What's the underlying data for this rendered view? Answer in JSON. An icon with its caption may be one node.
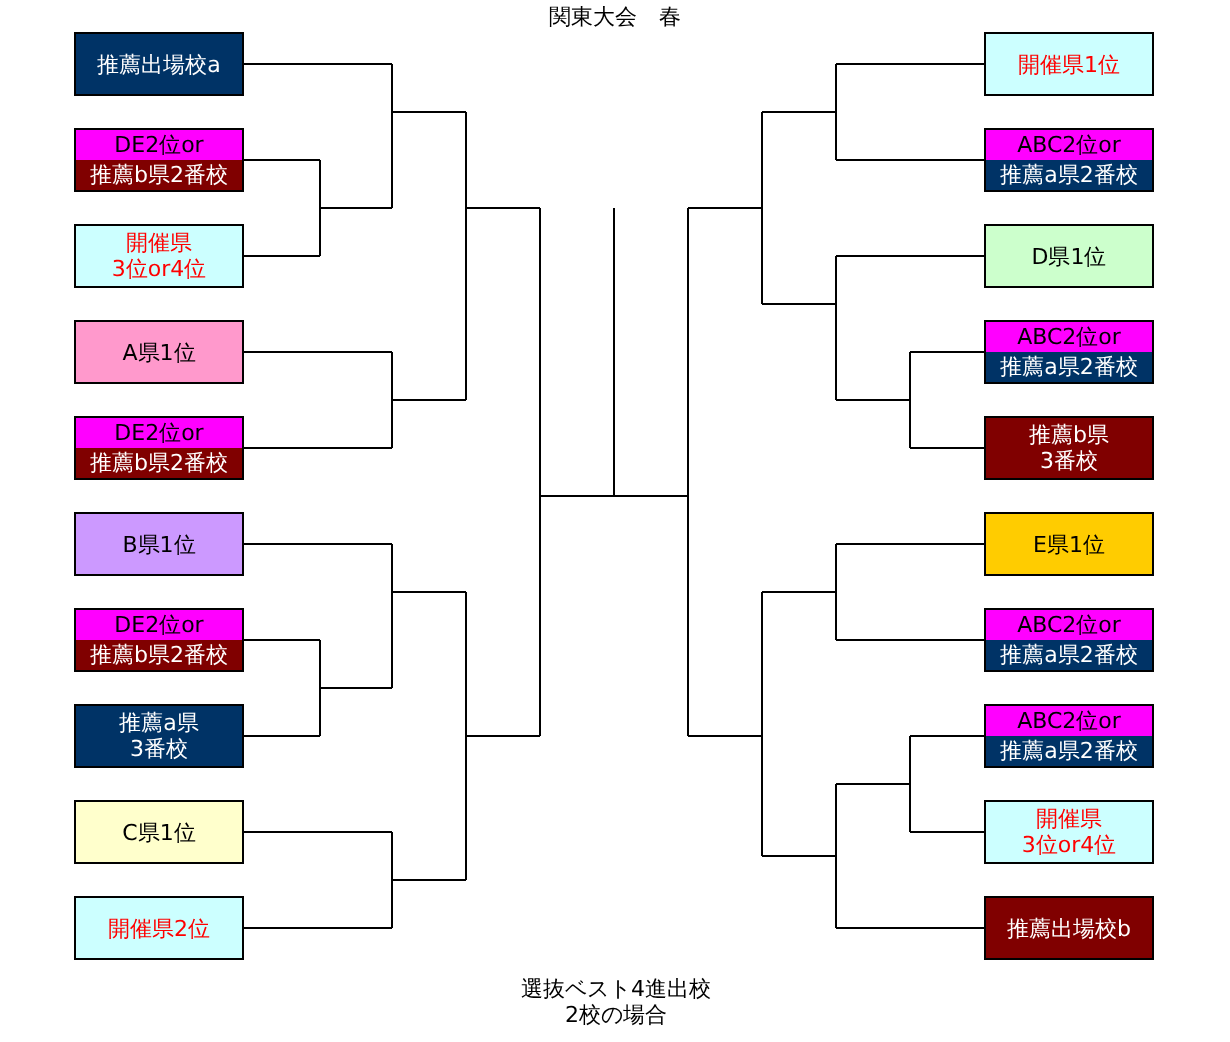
{
  "diagram": {
    "title": "関東大会　春",
    "caption": "選抜ベスト4進出校2校の場合",
    "nodes": [
      {
        "text": [
          "推薦出場校a"
        ]
      },
      {
        "text": [
          "DE2位or",
          "推薦b県2番校"
        ]
      },
      {
        "text": [
          "開催県 3位or4位"
        ]
      },
      {
        "text": [
          "A県1位"
        ]
      },
      {
        "text": [
          "DE2位or",
          "推薦b県2番校"
        ]
      },
      {
        "text": [
          "B県1位"
        ]
      },
      {
        "text": [
          "DE2位or",
          "推薦b県2番校"
        ]
      },
      {
        "text": [
          "推薦a県 3番校"
        ]
      },
      {
        "text": [
          "C県1位"
        ]
      },
      {
        "text": [
          "開催県2位"
        ]
      },
      {
        "text": [
          "開催県1位"
        ]
      },
      {
        "text": [
          "ABC2位or",
          "推薦a県2番校"
        ]
      },
      {
        "text": [
          "D県1位"
        ]
      },
      {
        "text": [
          "ABC2位or",
          "推薦a県2番校"
        ]
      },
      {
        "text": [
          "推薦b県 3番校"
        ]
      },
      {
        "text": [
          "E県1位"
        ]
      },
      {
        "text": [
          "ABC2位or",
          "推薦a県2番校"
        ]
      },
      {
        "text": [
          "ABC2位or",
          "推薦a県2番校"
        ]
      },
      {
        "text": [
          "開催県 3位or4位"
        ]
      },
      {
        "text": [
          "推薦出場校b"
        ]
      }
    ]
  }
}
